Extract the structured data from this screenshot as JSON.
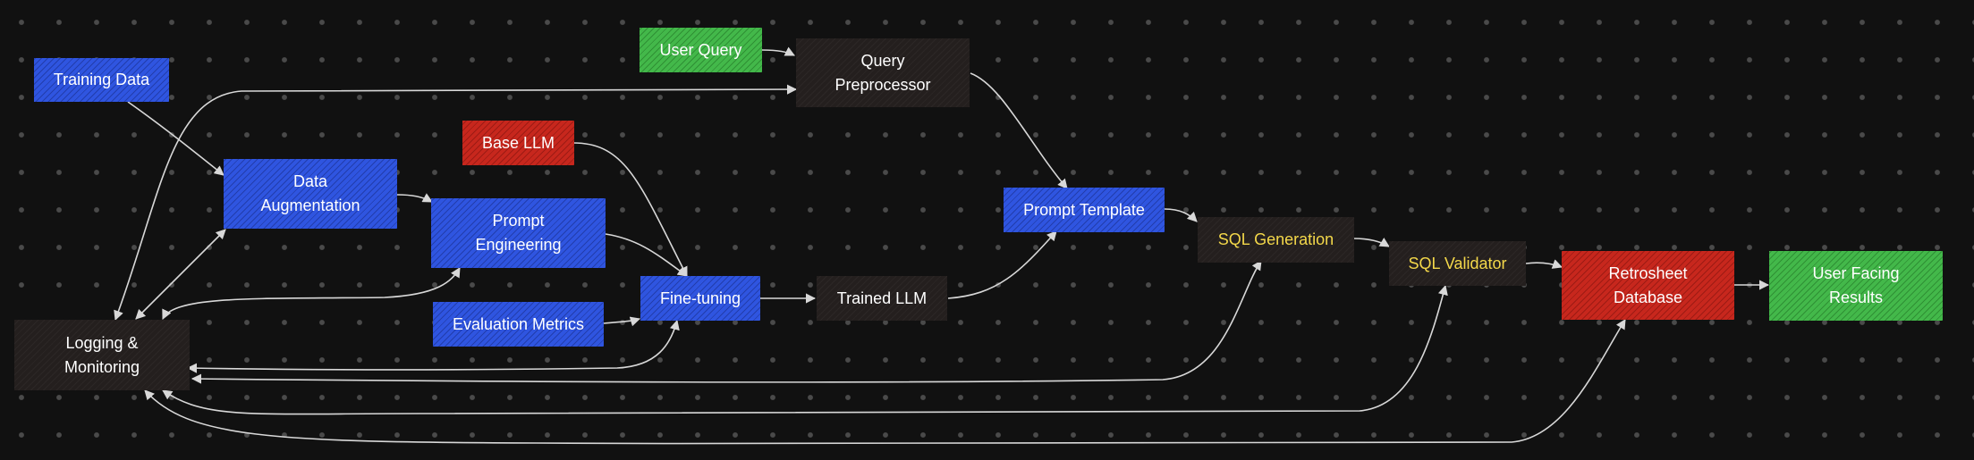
{
  "diagram": {
    "nodes": {
      "training_data": "Training Data",
      "user_query": "User Query",
      "query_preprocessor": [
        "Query",
        "Preprocessor"
      ],
      "base_llm": "Base LLM",
      "data_augmentation": [
        "Data",
        "Augmentation"
      ],
      "prompt_engineering": [
        "Prompt",
        "Engineering"
      ],
      "prompt_template": "Prompt Template",
      "sql_generation": "SQL Generation",
      "sql_validator": "SQL Validator",
      "retrosheet_database": [
        "Retrosheet",
        "Database"
      ],
      "user_facing_results": [
        "User Facing",
        "Results"
      ],
      "evaluation_metrics": "Evaluation Metrics",
      "fine_tuning": "Fine-tuning",
      "trained_llm": "Trained LLM",
      "logging_monitoring": [
        "Logging &",
        "Monitoring"
      ]
    },
    "edges": [
      [
        "Training Data",
        "Data Augmentation"
      ],
      [
        "Data Augmentation",
        "Prompt Engineering"
      ],
      [
        "Base LLM",
        "Fine-tuning"
      ],
      [
        "Prompt Engineering",
        "Fine-tuning"
      ],
      [
        "Evaluation Metrics",
        "Fine-tuning"
      ],
      [
        "Fine-tuning",
        "Trained LLM"
      ],
      [
        "Trained LLM",
        "Prompt Template"
      ],
      [
        "User Query",
        "Query Preprocessor"
      ],
      [
        "Query Preprocessor",
        "Prompt Template"
      ],
      [
        "Prompt Template",
        "SQL Generation"
      ],
      [
        "SQL Generation",
        "SQL Validator"
      ],
      [
        "SQL Validator",
        "Retrosheet Database"
      ],
      [
        "Retrosheet Database",
        "User Facing Results"
      ],
      [
        "Logging & Monitoring",
        "Query Preprocessor"
      ],
      [
        "Logging & Monitoring",
        "Data Augmentation"
      ],
      [
        "Logging & Monitoring",
        "Prompt Engineering"
      ],
      [
        "Logging & Monitoring",
        "Fine-tuning"
      ],
      [
        "Logging & Monitoring",
        "SQL Generation"
      ],
      [
        "Logging & Monitoring",
        "SQL Validator"
      ],
      [
        "Logging & Monitoring",
        "Retrosheet Database"
      ]
    ],
    "colors": {
      "background": "#111111",
      "blue": "#2f55e0",
      "red": "#c7271d",
      "green": "#43b84a",
      "dark": "#241f1e",
      "highlight_text": "#f4d84a",
      "edge": "#d8d8d8"
    }
  }
}
